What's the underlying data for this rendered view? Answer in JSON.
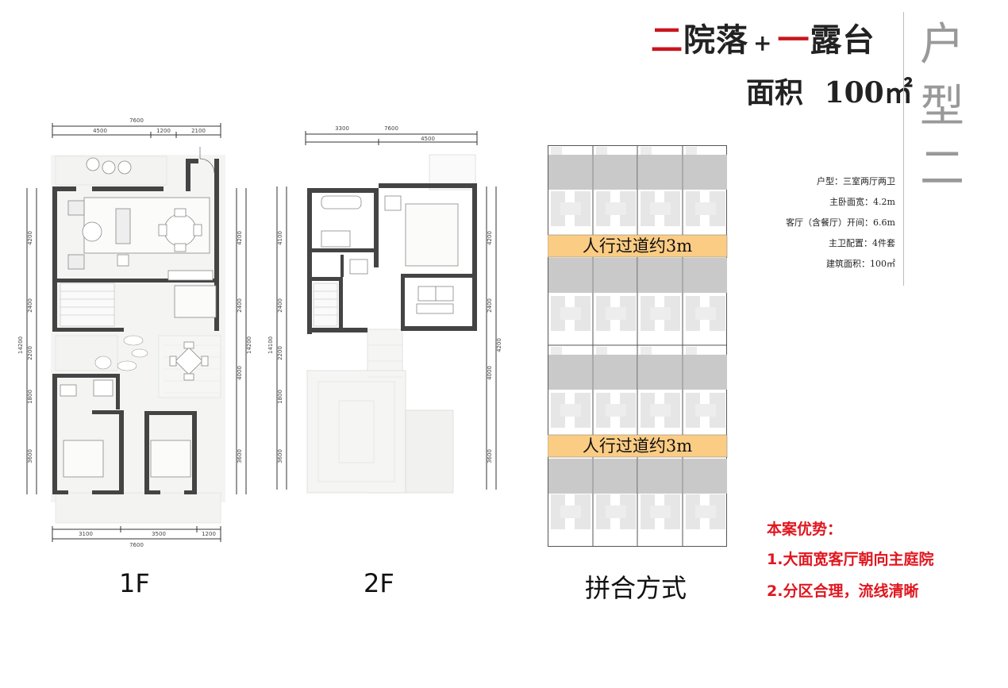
{
  "header": {
    "title_part1": "二",
    "title_part2": "院落",
    "title_plus": "+",
    "title_part3": "一",
    "title_part4": "露台",
    "area_label": "面积",
    "area_value": "100㎡",
    "side_title_chars": [
      "户",
      "型",
      "二"
    ]
  },
  "specs": [
    "户型：三室两厅两卫",
    "主卧面宽：4.2m",
    "客厅（含餐厅）开间：6.6m",
    "主卫配置：4件套",
    "建筑面积：100㎡"
  ],
  "plans": {
    "f1": {
      "label": "1F",
      "top_dims": [
        "7600",
        "4500",
        "1200",
        "2100"
      ],
      "bottom_dims": [
        "3100",
        "3500",
        "1200",
        "7600"
      ],
      "side_dims": [
        "4200",
        "2400",
        "2200",
        "1800",
        "3600",
        "14200",
        "4000"
      ]
    },
    "f2": {
      "label": "2F",
      "top_dims": [
        "7600",
        "3300",
        "4500"
      ],
      "side_dims": [
        "4100",
        "2400",
        "2200",
        "1800",
        "3600",
        "14100",
        "4200",
        "4000"
      ]
    }
  },
  "combination": {
    "label": "拼合方式",
    "corridor_labels": [
      "人行过道约3m",
      "人行过道约3m"
    ]
  },
  "advantages": {
    "heading": "本案优势：",
    "items": [
      "1.大面宽客厅朝向主庭院",
      "2.分区合理，流线清晰"
    ]
  }
}
